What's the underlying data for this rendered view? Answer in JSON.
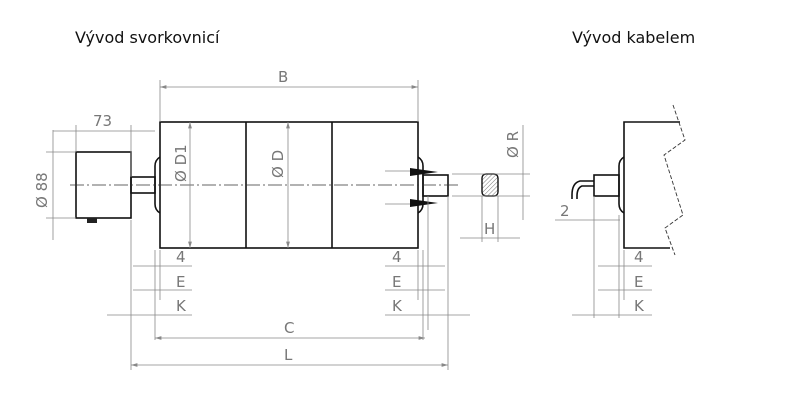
{
  "titles": {
    "terminal_box": "Vývod svorkovnicí",
    "cable": "Vývod kabelem"
  },
  "dimensions": {
    "B": "B",
    "d73": "73",
    "d88": "Ø 88",
    "D1": "Ø D1",
    "D": "Ø D",
    "R": "Ø R",
    "H": "H",
    "d2": "2",
    "d4": "4",
    "E": "E",
    "K": "K",
    "C": "C",
    "L": "L"
  }
}
